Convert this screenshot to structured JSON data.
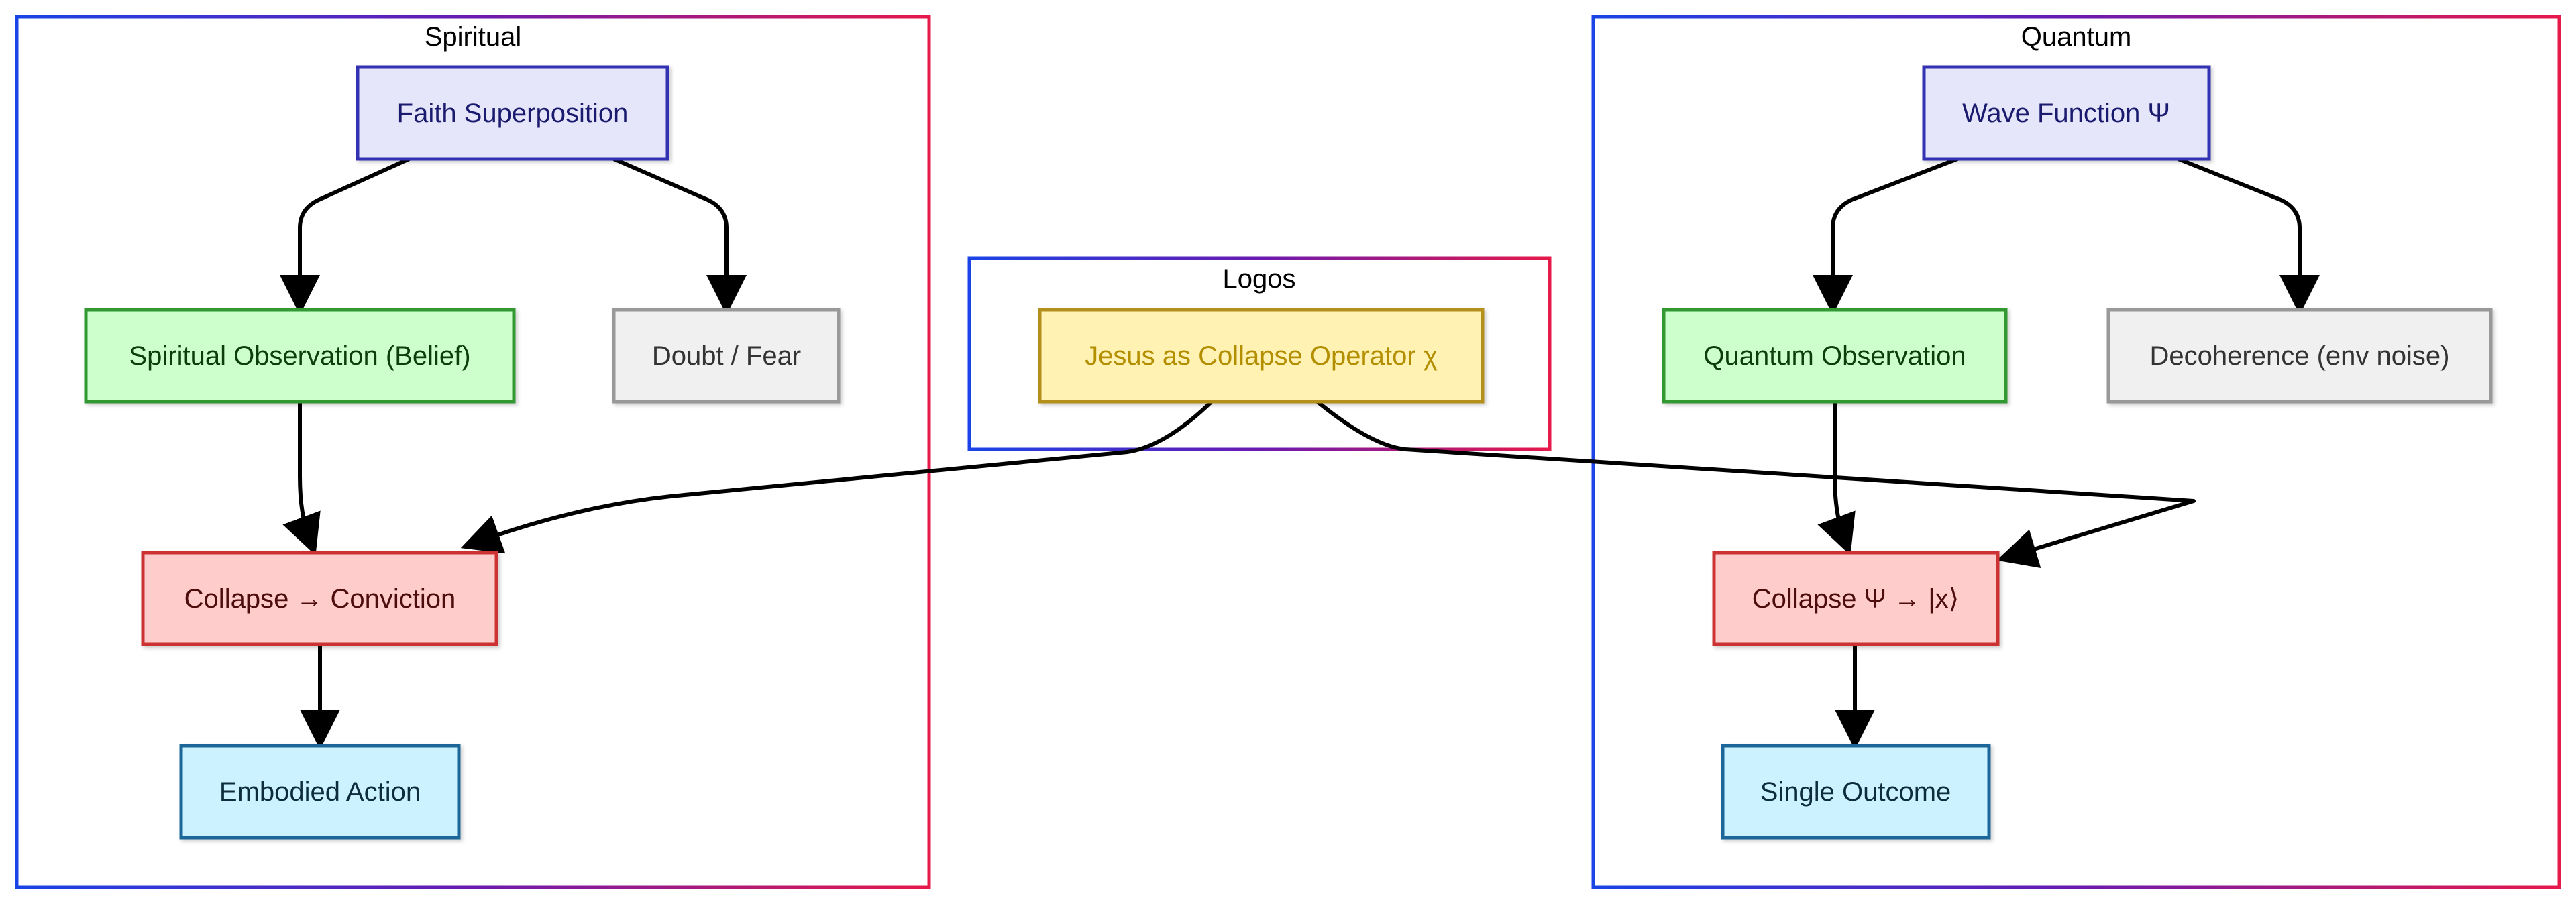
{
  "clusters": {
    "spiritual": {
      "title": "Spiritual"
    },
    "logos": {
      "title": "Logos"
    },
    "quantum": {
      "title": "Quantum"
    }
  },
  "nodes": {
    "faith_superposition": {
      "label": "Faith Superposition",
      "fill": "#e6e6fa",
      "stroke": "#3333b3",
      "text": "#1a1a6e"
    },
    "spiritual_observation": {
      "label": "Spiritual Observation (Belief)",
      "fill": "#ccffcc",
      "stroke": "#339933",
      "text": "#0d3d0d"
    },
    "doubt_fear": {
      "label": "Doubt / Fear",
      "fill": "#f0f0f0",
      "stroke": "#999999",
      "text": "#333333"
    },
    "collapse_conviction": {
      "label": "Collapse → Conviction",
      "fill": "#ffcccc",
      "stroke": "#cc3333",
      "text": "#4d0d0d"
    },
    "embodied_action": {
      "label": "Embodied Action",
      "fill": "#ccf2ff",
      "stroke": "#1a6699",
      "text": "#0d2d3d"
    },
    "jesus_operator": {
      "label": "Jesus as Collapse Operator χ",
      "fill": "#fff2b3",
      "stroke": "#b38f1a",
      "text": "#b38f00"
    },
    "wave_function": {
      "label": "Wave Function Ψ",
      "fill": "#e6e6fa",
      "stroke": "#3333b3",
      "text": "#1a1a6e"
    },
    "quantum_observation": {
      "label": "Quantum Observation",
      "fill": "#ccffcc",
      "stroke": "#339933",
      "text": "#0d3d0d"
    },
    "decoherence": {
      "label": "Decoherence (env noise)",
      "fill": "#f0f0f0",
      "stroke": "#999999",
      "text": "#333333"
    },
    "collapse_psi": {
      "label": "Collapse Ψ → |x⟩",
      "fill": "#ffcccc",
      "stroke": "#cc3333",
      "text": "#4d0d0d"
    },
    "single_outcome": {
      "label": "Single Outcome",
      "fill": "#ccf2ff",
      "stroke": "#1a6699",
      "text": "#0d2d3d"
    }
  },
  "cluster_border_gradient": {
    "start": "#1a44e6",
    "end": "#e6194b"
  }
}
